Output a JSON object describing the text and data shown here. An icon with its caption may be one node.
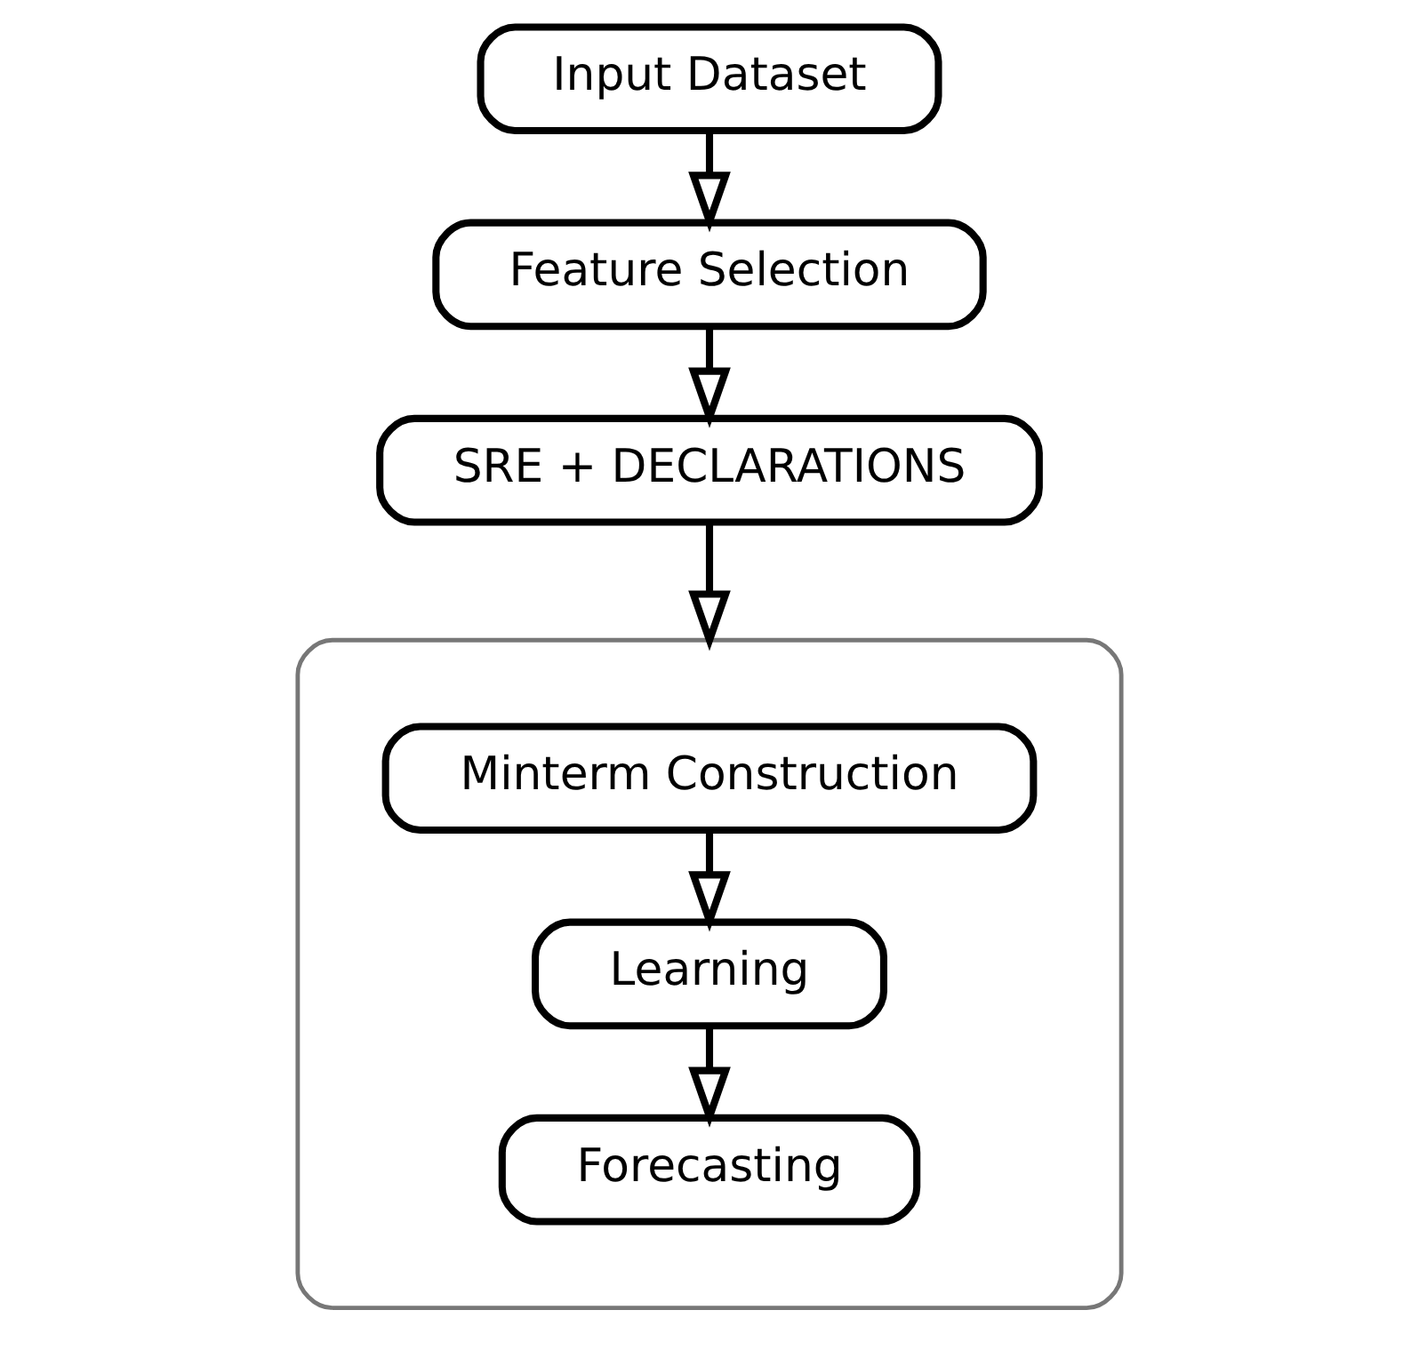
{
  "diagram": {
    "nodes": [
      {
        "text": [
          "Input Dataset"
        ]
      },
      {
        "text": [
          "Feature Selection"
        ]
      },
      {
        "text": [
          "SRE + DECLARATIONS"
        ]
      },
      {
        "text": [],
        "shape": "box"
      },
      {
        "text": [
          "Minterm Construction"
        ],
        "in": 3
      },
      {
        "text": [
          "Learning"
        ],
        "in": 3
      },
      {
        "text": [
          "Forecasting"
        ],
        "in": 3
      }
    ],
    "edges": [
      {
        "from": 0,
        "to": 1,
        "arrow": "to"
      },
      {
        "from": 1,
        "to": 2,
        "arrow": "to"
      },
      {
        "from": 2,
        "to": 3,
        "arrow": "to"
      },
      {
        "from": 4,
        "to": 5,
        "arrow": "to"
      },
      {
        "from": 5,
        "to": 6,
        "arrow": "to"
      }
    ]
  }
}
